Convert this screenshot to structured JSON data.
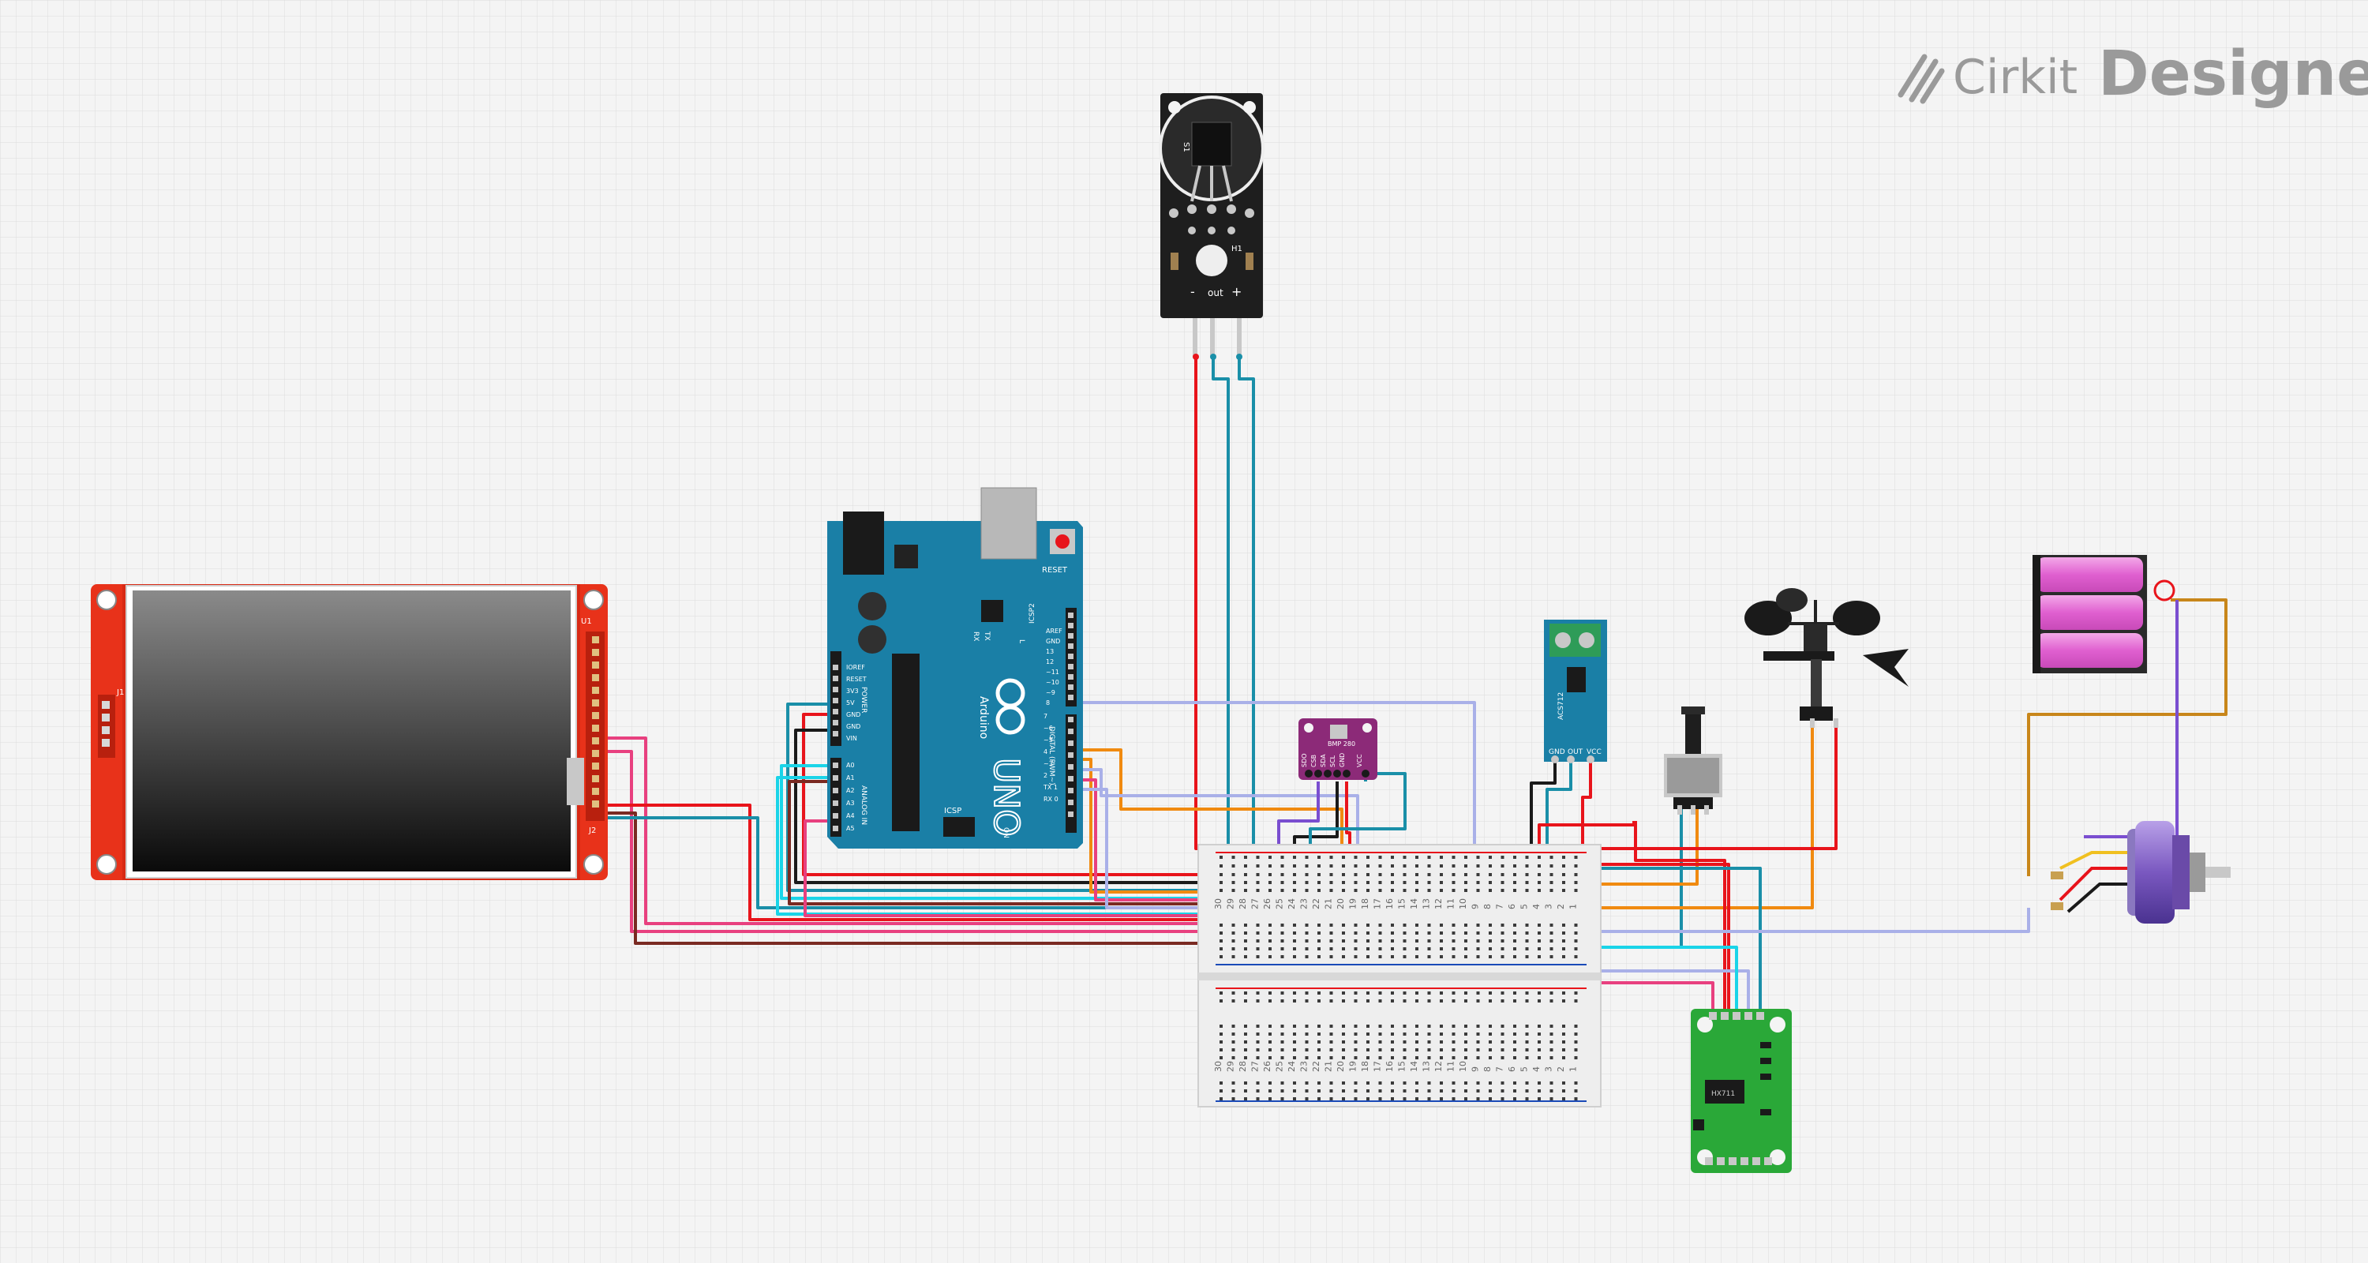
{
  "brand": {
    "name": "Cirkit",
    "product": "Designer"
  },
  "components": {
    "dht_module": {
      "pins": [
        "-",
        "out",
        "+"
      ],
      "labels": [
        "H1",
        "S1"
      ]
    },
    "arduino": {
      "board_name": "UNO",
      "brand": "Arduino",
      "power_labels": [
        "IOREF",
        "RESET",
        "3V3",
        "5V",
        "GND",
        "GND",
        "VIN"
      ],
      "analog_labels": [
        "A0",
        "A1",
        "A2",
        "A3",
        "A4",
        "A5"
      ],
      "top_labels": [
        "AREF",
        "GND",
        "13",
        "12",
        "~11",
        "~10",
        "~9",
        "8"
      ],
      "bottom_labels": [
        "7",
        "~6",
        "~5",
        "4",
        "~3",
        "2",
        "TX 1",
        "RX 0"
      ],
      "misc_labels": [
        "RESET",
        "ICSP2",
        "ICSP",
        "ON",
        "TX",
        "RX",
        "L",
        "DIGITAL (PWM~)",
        "POWER",
        "ANALOG IN"
      ]
    },
    "bmp280": {
      "pins": [
        "SDO",
        "CSB",
        "SDA",
        "SCL",
        "GND",
        "VCC"
      ],
      "label": "BMP 280"
    },
    "current_sensor": {
      "labels": [
        "GND",
        "OUT",
        "VCC"
      ],
      "chip": "ACS712"
    },
    "tft_display": {
      "labels": [
        "J1",
        "J2",
        "U1"
      ]
    },
    "hx711": {
      "label": "HX711"
    },
    "breadboard": {
      "top_numbers": [
        "30",
        "29",
        "28",
        "27",
        "26",
        "25",
        "24",
        "23",
        "22",
        "21",
        "20",
        "19",
        "18",
        "17",
        "16",
        "15",
        "14",
        "13",
        "12",
        "11",
        "10",
        "9",
        "8",
        "7",
        "6",
        "5",
        "4",
        "3",
        "2",
        "1"
      ],
      "bottom_numbers": [
        "30",
        "29",
        "28",
        "27",
        "26",
        "25",
        "24",
        "23",
        "22",
        "21",
        "20",
        "19",
        "18",
        "17",
        "16",
        "15",
        "14",
        "13",
        "12",
        "11",
        "10",
        "9",
        "8",
        "7",
        "6",
        "5",
        "4",
        "3",
        "2",
        "1"
      ]
    }
  },
  "colors": {
    "red": "#e8141b",
    "teal": "#1a8fa8",
    "cyan": "#1ad4e8",
    "pink": "#e8407f",
    "orange": "#f08a10",
    "lavender": "#a9b0e8",
    "purple": "#7a4ed0",
    "brown": "#7a2a22",
    "black": "#1a1a1a",
    "board_blue": "#1a7fa6",
    "tft_red": "#e8321a"
  }
}
